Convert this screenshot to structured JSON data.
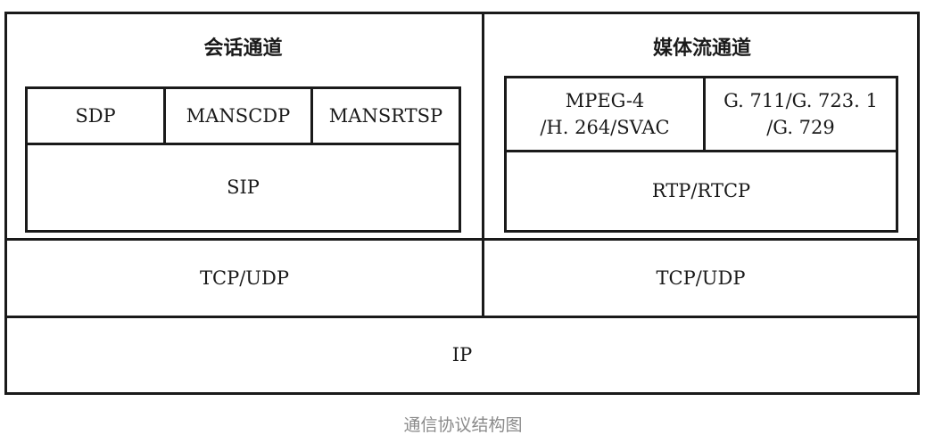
{
  "session_channel": {
    "title": "会话通道",
    "protocols": [
      "SDP",
      "MANSCDP",
      "MANSRTSP"
    ],
    "base": "SIP"
  },
  "media_channel": {
    "title": "媒体流通道",
    "codec_video_line1": "MPEG-4",
    "codec_video_line2": "/H. 264/SVAC",
    "codec_audio_line1": "G. 711/G. 723. 1",
    "codec_audio_line2": "/G. 729",
    "base": "RTP/RTCP"
  },
  "transport_left": "TCP/UDP",
  "transport_right": "TCP/UDP",
  "network": "IP",
  "caption": "通信协议结构图"
}
